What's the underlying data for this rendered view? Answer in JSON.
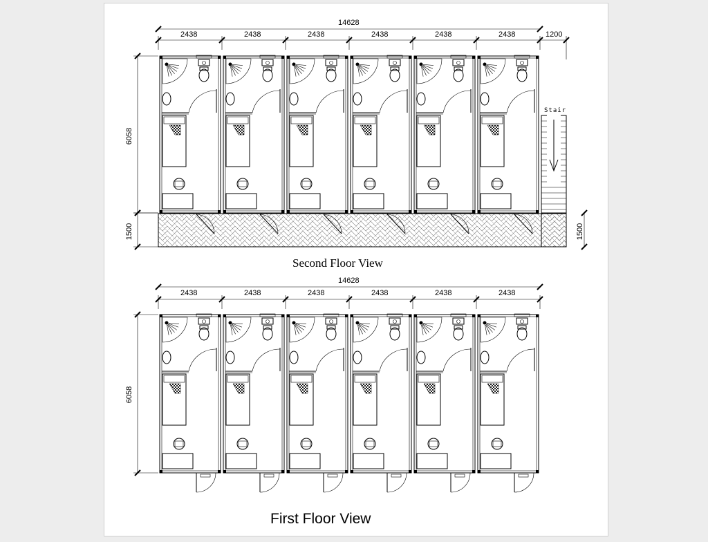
{
  "second_floor": {
    "title": "Second Floor View",
    "overall_width": "14628",
    "unit_widths": [
      "2438",
      "2438",
      "2438",
      "2438",
      "2438",
      "2438"
    ],
    "stair_width": "1200",
    "depth": "6058",
    "corridor_depth_left": "1500",
    "corridor_depth_right": "1500",
    "stair_label": "Stair"
  },
  "first_floor": {
    "title": "First Floor View",
    "overall_width": "14628",
    "unit_widths": [
      "2438",
      "2438",
      "2438",
      "2438",
      "2438",
      "2438"
    ],
    "depth": "6058"
  }
}
